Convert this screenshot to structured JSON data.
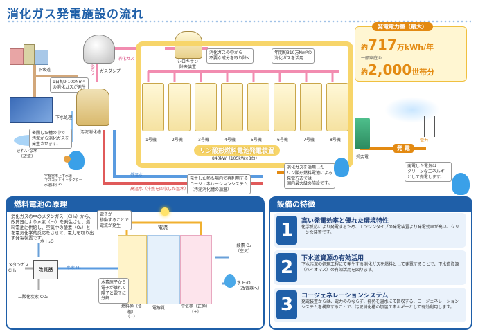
{
  "title": "消化ガス発電施設の流れ",
  "flow": {
    "sewage_label": "下水道",
    "digester_gas_label": "消化ガス",
    "gas_holder_label": "ガスダンプ",
    "siloxane_label": "シロキサン\n除去装置",
    "sludge_tank_label": "汚泥消化槽",
    "treated_water_label": "下水処理",
    "clean_water_label": "きれいな水\n（放流）",
    "low_temp_water_label": "低温水",
    "high_temp_water_label": "高温水（排熱を回収した温水）",
    "gas_volume_callout": "1日約9,100Nm³\nの消化ガスが発生",
    "impurities_callout": "消化ガスの中から\n不要な成分を取り除く",
    "annual_gas_callout": "年間約310万Nm³の\n消化ガスを活用",
    "sludge_callout": "密閉した槽の中で\n汚泥から消化ガスを\n発生させます。",
    "mascot_caption": "宇都宮市上下水道\nマスコットキャラクター\n水道ぼうや",
    "units": [
      "1号機",
      "2号機",
      "3号機",
      "4号機",
      "5号機",
      "6号機",
      "7号機",
      "8号機"
    ],
    "facility_name": "リン酸形燃料電池発電装置",
    "facility_output": "840kW（105kW×8台）",
    "cogeneration_callout": "発生した熱も場内で再利用する\nコージェネレーションシステム\n（汚泥消化槽の加温）",
    "renewable_callout": "消化ガスを活用した\nリン酸形燃料電池による\n発電方式では\n国内最大級の施設です。",
    "substation_label": "受変電",
    "electricity_label": "発 電",
    "power_label": "電力",
    "clean_energy_callout": "発電した電気は\nクリーンなエネルギー\nとして売電します。"
  },
  "power_box": {
    "heading": "発電電力量（最大）",
    "annual_prefix": "約",
    "annual_value": "717",
    "annual_unit": "万kWh/年",
    "household_caption": "一般家庭の",
    "household_prefix": "約",
    "household_value": "2,000",
    "household_unit": "世帯分"
  },
  "principle": {
    "heading": "燃料電池の原理",
    "description": "消化ガスの中のメタンガス（CH₄）から、改質器により水素（H₂）を発生させ、燃料電池に供給し、空気中の酸素（O₂）とを電気化学的反応をさせて、電力を取り出す発電装置です。",
    "water_in": "水 H₂O",
    "methane": "メタンガス\nCH₄",
    "reformer": "改質器",
    "co2": "二酸化炭素 CO₂",
    "hydrogen": "水素 H₂",
    "electron_callout": "電子が\n移動することで\n電流が発生",
    "current": "電流",
    "ion_callout": "水素原子から\n電子が離れて\n陽子と電子に\n分解",
    "oxygen": "酸素 O₂\n（空気）",
    "water_out": "水 H₂O\n（改質器へ）",
    "anode": "燃料極（負極）\n（−）",
    "electrolyte": "電解質",
    "cathode": "空気極（正極）\n（+）"
  },
  "features": {
    "heading": "設備の特徴",
    "items": [
      {
        "num": "1",
        "title": "高い発電効率と優れた環境特性",
        "body": "化学反応により発電するため、エンジンタイプの発電装置より発電効率が高い、クリーンな装置です。"
      },
      {
        "num": "2",
        "title": "下水道資源の有効活用",
        "body": "下水汚泥の処理工程にて発生する消化ガスを燃料として発電することで、下水道資源（バイオマス）の有効活用を図ります。"
      },
      {
        "num": "3",
        "title": "コージェネレーションシステム",
        "body": "発電装置からは、電力のみならず、排熱を温水にて回収する、コージェネレーションシステムを構築することで、汚泥消化槽の加温エネルギーとして有効利用します。"
      }
    ]
  },
  "colors": {
    "brand_blue": "#1f5fa8",
    "fuel_yellow": "#f7d56a",
    "power_orange": "#e38a12",
    "heat_red": "#e05a5a"
  }
}
